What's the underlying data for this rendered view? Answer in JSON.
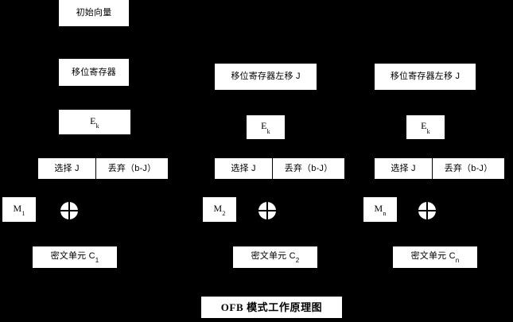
{
  "diagram": {
    "title": "OFB 模式工作原理图",
    "background_color": "#000000",
    "box_color": "#ffffff",
    "text_color": "#000000",
    "columns": [
      {
        "name": "column-1",
        "register_label": "移位寄存器",
        "cipher_function": "E",
        "cipher_function_sub": "k",
        "select_label": "选择 J",
        "discard_label": "丢弃（b-J）",
        "plaintext": "M",
        "plaintext_sub": "1",
        "xor_symbol": "xor-circle",
        "ciphertext": "密文单元 C",
        "ciphertext_sub": "1"
      },
      {
        "name": "column-2",
        "register_label": "移位寄存器左移 J",
        "cipher_function": "E",
        "cipher_function_sub": "k",
        "select_label": "选择 J",
        "discard_label": "丢弃（b-J）",
        "plaintext": "M",
        "plaintext_sub": "2",
        "xor_symbol": "xor-circle",
        "ciphertext": "密文单元 C",
        "ciphertext_sub": "2"
      },
      {
        "name": "column-n",
        "register_label": "移位寄存器左移 J",
        "cipher_function": "E",
        "cipher_function_sub": "k",
        "select_label": "选择 J",
        "discard_label": "丢弃（b-J）",
        "plaintext": "M",
        "plaintext_sub": "n",
        "xor_symbol": "xor-circle",
        "ciphertext": "密文单元 C",
        "ciphertext_sub": "n"
      }
    ],
    "initial_vector": "初始向量"
  }
}
